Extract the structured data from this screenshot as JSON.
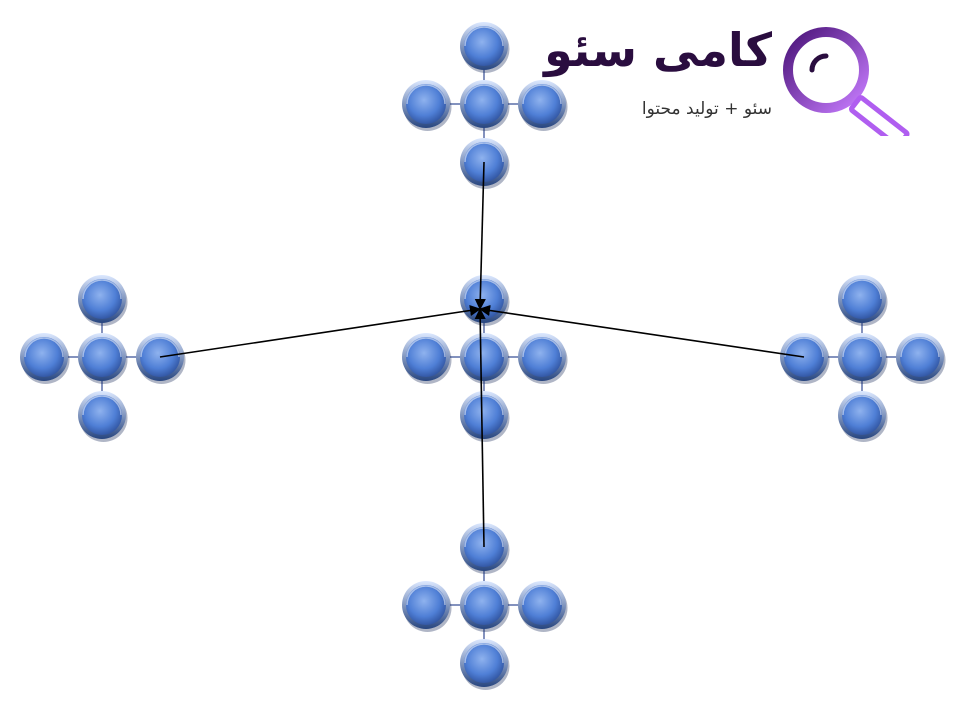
{
  "logo": {
    "title": "کامی سئو",
    "subtitle": "سئو + تولید محتوا",
    "icon": "magnifier-icon",
    "colors": {
      "ring_dark": "#5b1b8f",
      "ring_light": "#c77dff",
      "title": "#2a0d3f"
    }
  },
  "diagram": {
    "node_color": "#4f7fd6",
    "node_color_light": "#8fb2ee",
    "node_rim": "#2d4f9a",
    "connector_color": "#5a6ea8",
    "arrow_color": "#000000",
    "clusters": [
      {
        "id": "top",
        "nodes": [
          "n",
          "w",
          "c",
          "e",
          "s"
        ]
      },
      {
        "id": "left",
        "nodes": [
          "n",
          "w",
          "c",
          "e",
          "s"
        ]
      },
      {
        "id": "center",
        "nodes": [
          "n",
          "w",
          "c",
          "e",
          "s"
        ]
      },
      {
        "id": "right",
        "nodes": [
          "n",
          "w",
          "c",
          "e",
          "s"
        ]
      },
      {
        "id": "bottom",
        "nodes": [
          "n",
          "w",
          "c",
          "e",
          "s"
        ]
      }
    ],
    "arrows": [
      {
        "from": "top.s",
        "to": "center.n"
      },
      {
        "from": "left.e",
        "to": "center.n"
      },
      {
        "from": "right.w",
        "to": "center.n"
      },
      {
        "from": "bottom.n",
        "to": "center.n"
      }
    ]
  }
}
